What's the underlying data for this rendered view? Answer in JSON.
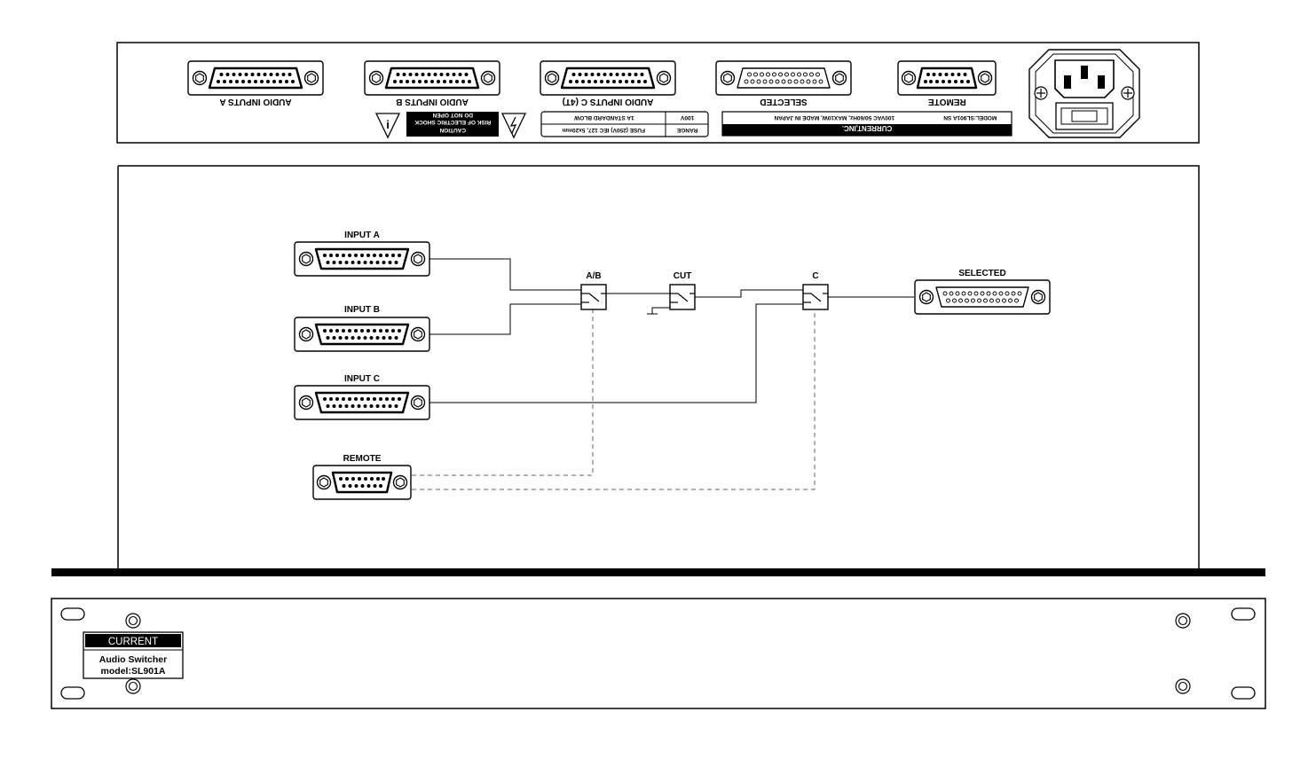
{
  "rear_panel": {
    "connectors": [
      {
        "label": "AUDIO INPUTS A",
        "type": "db25"
      },
      {
        "label": "AUDIO INPUTS B",
        "type": "db25"
      },
      {
        "label": "AUDIO INPUTS C (4T)",
        "type": "db25"
      },
      {
        "label": "SELECTED",
        "type": "db25-female"
      },
      {
        "label": "REMOTE",
        "type": "db15"
      }
    ],
    "caution": {
      "line1": "CAUTION",
      "line2": "RISK OF ELECTRIC SHOCK",
      "line3": "DO NOT OPEN"
    },
    "fuse_table": {
      "header_left": "RANGE",
      "header_right": "FUSE (250V) IEC 127, 5x20mm",
      "row_left": "100V",
      "row_right": "1A STANDARD BLOW"
    },
    "maker_label": {
      "brand": "CURRENT,INC.",
      "model_line": "MODEL:SL901A SN",
      "power_line": "100VAC 50/60Hz, MAX10W, MADE IN JAPAN"
    },
    "power_inlet_icon": "iec-power-inlet"
  },
  "diagram": {
    "inputs": [
      {
        "label": "INPUT A"
      },
      {
        "label": "INPUT B"
      },
      {
        "label": "INPUT C"
      }
    ],
    "remote_label": "REMOTE",
    "switches": [
      {
        "label": "A/B"
      },
      {
        "label": "CUT"
      },
      {
        "label": "C"
      }
    ],
    "output_label": "SELECTED"
  },
  "front_panel": {
    "brand": "CURRENT",
    "product_line1": "Audio Switcher",
    "product_line2": "model:SL901A"
  },
  "colors": {
    "ink": "#000000",
    "paper": "#ffffff",
    "dashed_control": "#808080"
  }
}
